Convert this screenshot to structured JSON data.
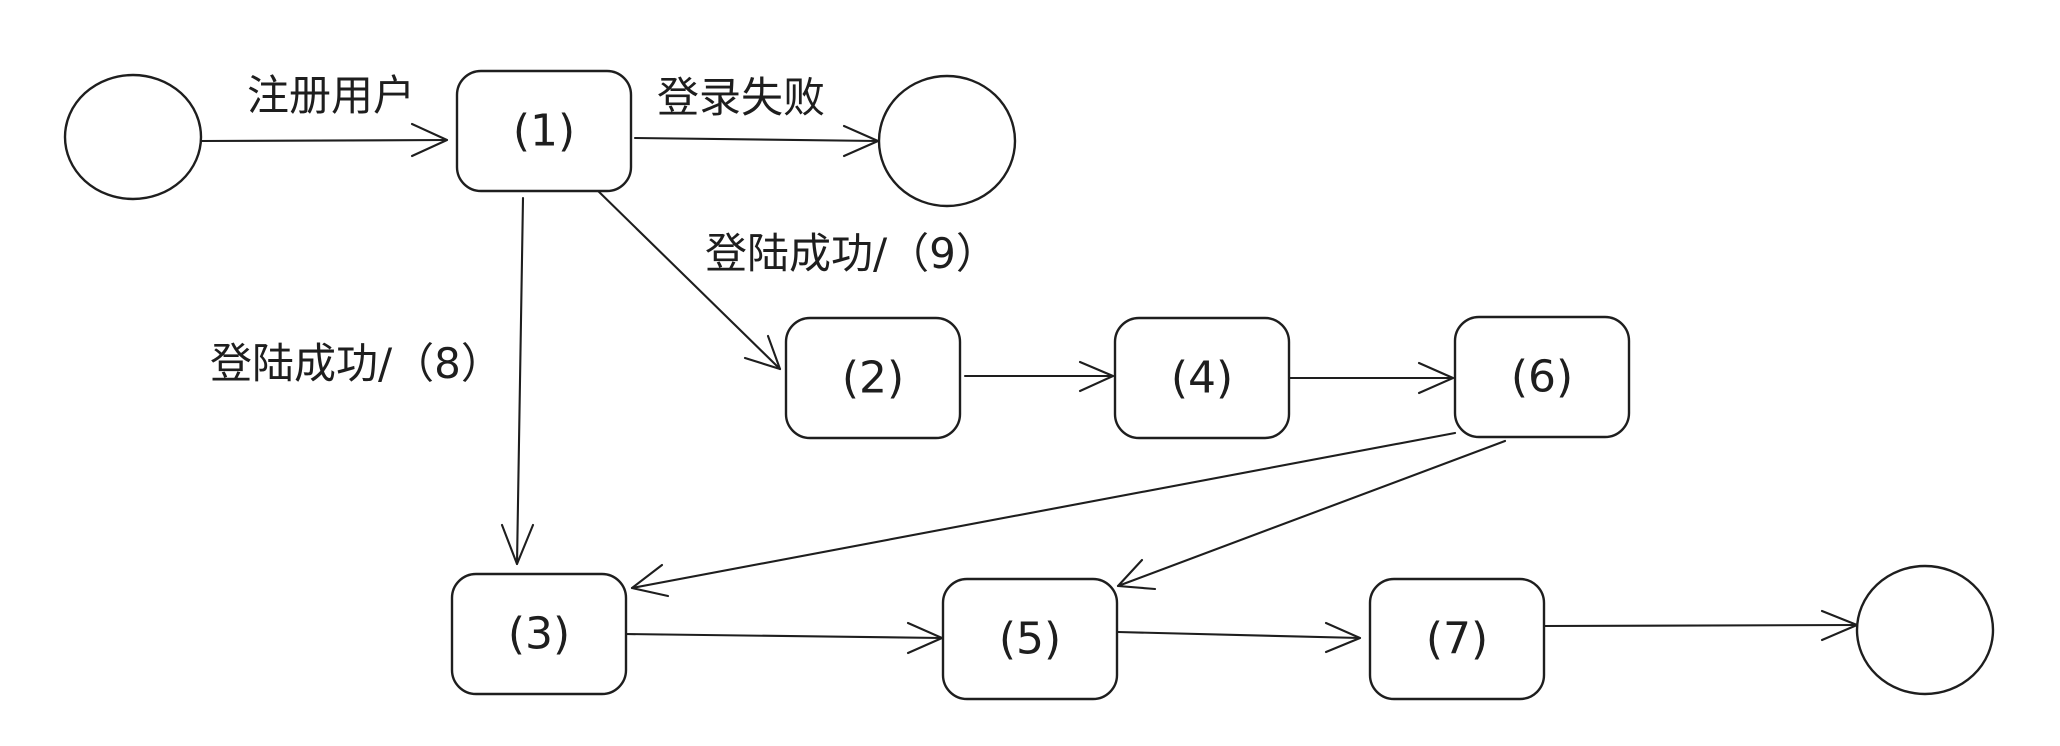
{
  "nodes": {
    "n1": "(1)",
    "n2": "(2)",
    "n3": "(3)",
    "n4": "(4)",
    "n5": "(5)",
    "n6": "(6)",
    "n7": "(7)"
  },
  "edges": {
    "register": "注册用户",
    "login_fail": "登录失败",
    "login_success_9": "登陆成功/（9）",
    "login_success_8": "登陆成功/（8）"
  }
}
